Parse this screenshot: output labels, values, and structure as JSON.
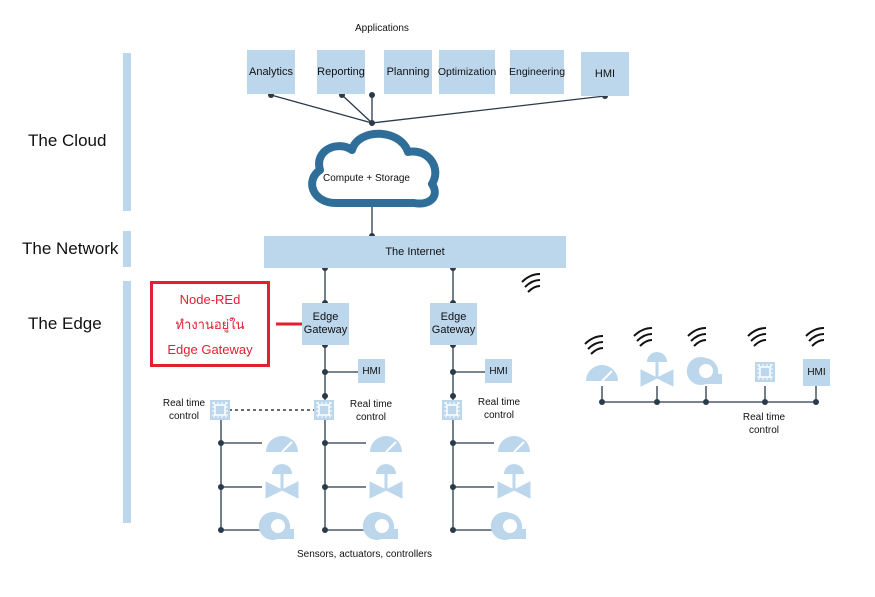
{
  "applications": {
    "heading": "Applications",
    "items": [
      "Analytics",
      "Reporting",
      "Planning",
      "Optimization",
      "Engineering",
      "HMI"
    ]
  },
  "lanes": {
    "cloud": "The Cloud",
    "network": "The Network",
    "edge": "The Edge"
  },
  "cloud": {
    "label": "Compute + Storage"
  },
  "internet": {
    "label": "The Internet"
  },
  "gateways": [
    {
      "line1": "Edge",
      "line2": "Gateway"
    },
    {
      "line1": "Edge",
      "line2": "Gateway"
    }
  ],
  "hmi_label": "HMI",
  "realtime": {
    "line1": "Real time",
    "line2": "control"
  },
  "sensors_caption": "Sensors, actuators, controllers",
  "callout": {
    "line1": "Node-REd",
    "line2": "ทำงานอยู่ใน",
    "line3": "Edge Gateway"
  },
  "colors": {
    "box": "#bcd6ec",
    "cloud": "#2e6e99",
    "line": "#2b3a4a",
    "callout": "#e3202f"
  }
}
